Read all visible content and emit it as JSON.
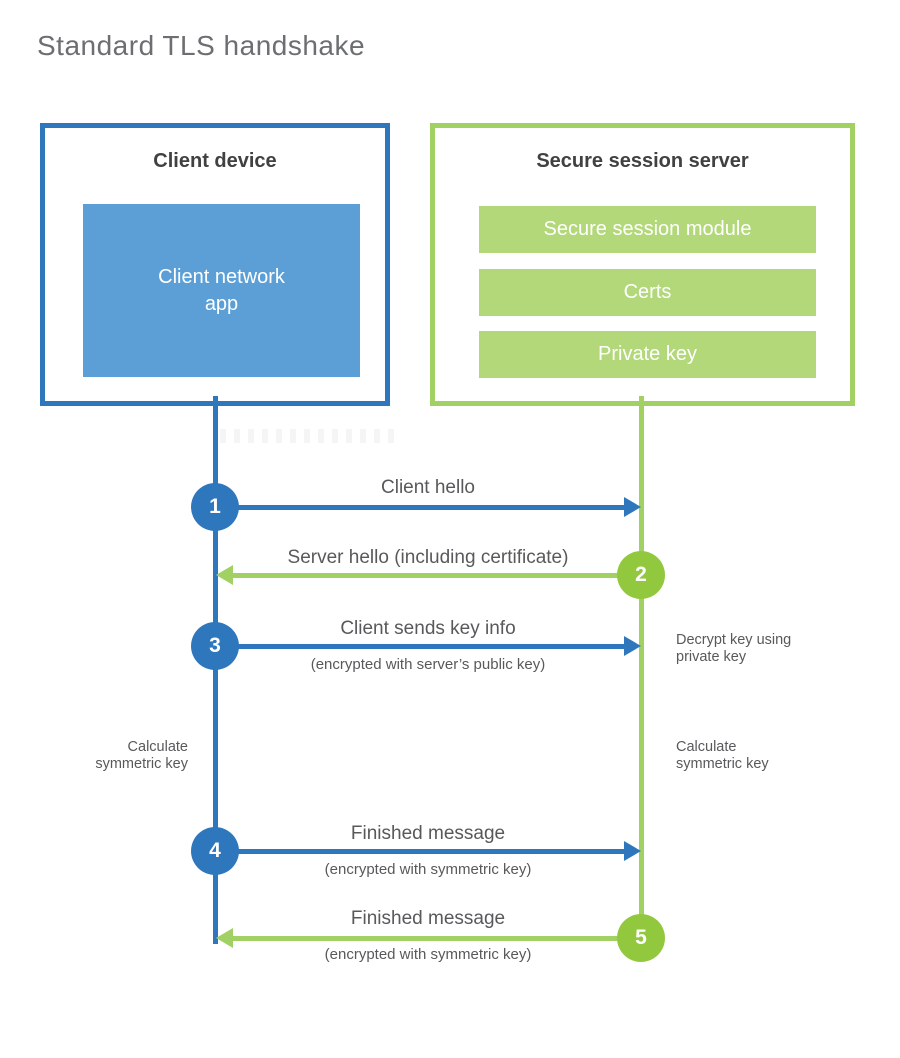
{
  "title": "Standard TLS handshake",
  "colors": {
    "blue": "#2e77bd",
    "blue_fill": "#5b9fd6",
    "green": "#a2d163",
    "green_fill": "#b2d87a",
    "green_accent": "#92c83e",
    "text_dark": "#414042",
    "text_gray": "#58595b"
  },
  "client": {
    "title": "Client device",
    "module": "Client network\napp"
  },
  "server": {
    "title": "Secure session server",
    "modules": [
      "Secure session module",
      "Certs",
      "Private key"
    ]
  },
  "steps": [
    {
      "num": "1",
      "direction": "right",
      "label": "Client hello",
      "sub": ""
    },
    {
      "num": "2",
      "direction": "left",
      "label": "Server hello (including certificate)",
      "sub": ""
    },
    {
      "num": "3",
      "direction": "right",
      "label": "Client sends key info",
      "sub": "(encrypted with server’s public key)"
    },
    {
      "num": "4",
      "direction": "right",
      "label": "Finished message",
      "sub": "(encrypted with symmetric key)"
    },
    {
      "num": "5",
      "direction": "left",
      "label": "Finished message",
      "sub": "(encrypted with symmetric key)"
    }
  ],
  "side_notes": {
    "decrypt": "Decrypt key using\nprivate key",
    "calc_left": "Calculate\nsymmetric key",
    "calc_right": "Calculate\nsymmetric key"
  }
}
